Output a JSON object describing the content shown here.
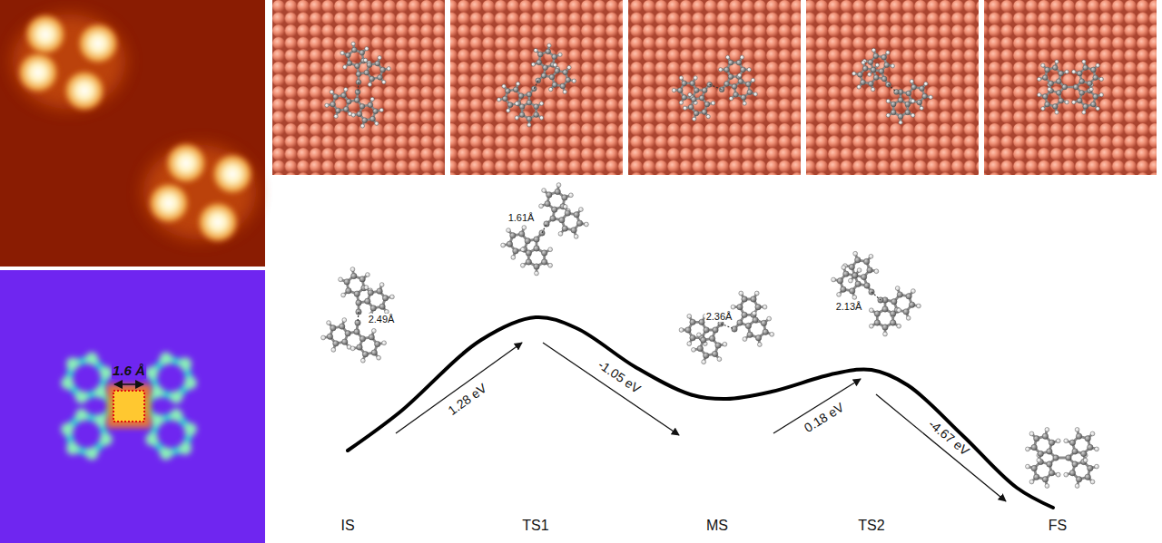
{
  "diagram": {
    "labels": [
      "1.6 Å",
      "2.49Å",
      "1.28 eV",
      "1.61Å",
      "-1.05 eV",
      "2.36Å",
      "0.18 eV",
      "2.13Å",
      "-4.67 eV",
      "IS",
      "TS1",
      "MS",
      "TS2",
      "FS"
    ]
  }
}
